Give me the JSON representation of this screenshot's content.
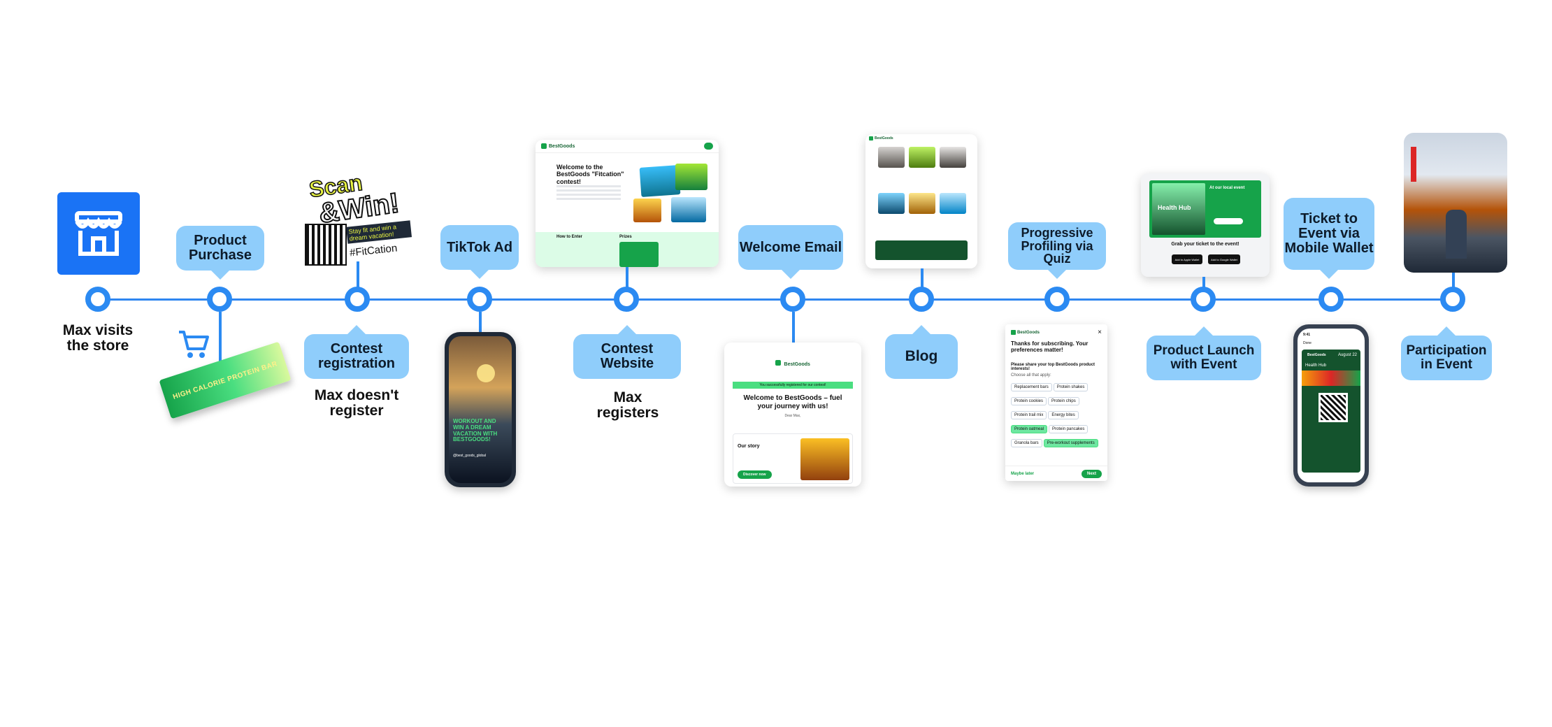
{
  "stages": {
    "store": {
      "label": "Max visits the store"
    },
    "purchase": {
      "label": "Product Purchase",
      "bar_text": "HIGH CALORIE PROTEIN BAR"
    },
    "contest_reg": {
      "label": "Contest registration",
      "outcome": "Max doesn't register",
      "promo_scan": "Scan",
      "promo_win": "&Win!",
      "promo_tag": "Stay fit and win a dream vacation!",
      "hashtag": "#FitCation"
    },
    "tiktok": {
      "label": "TikTok Ad",
      "video_text": "WORKOUT AND WIN A DREAM VACATION WITH BESTGOODS!",
      "handle": "@best_goods_global"
    },
    "contest_site": {
      "label": "Contest Website",
      "outcome": "Max registers",
      "brand": "BestGoods",
      "heading": "Welcome to the BestGoods \"Fitcation\" contest!",
      "how_to": "How to Enter",
      "prizes": "Prizes"
    },
    "welcome_email": {
      "label": "Welcome Email",
      "brand": "BestGoods",
      "banner": "You successfully registered for our contest!",
      "heading": "Welcome to BestGoods – fuel your journey with us!",
      "greeting": "Dear Max,",
      "story": "Our story",
      "story_btn": "Discover now"
    },
    "blog": {
      "label": "Blog",
      "brand": "BestGoods"
    },
    "quiz": {
      "label": "Progressive Profiling via Quiz",
      "brand": "BestGoods",
      "heading": "Thanks for subscribing. Your preferences matter!",
      "question": "Please share your top BestGoods product interests!",
      "choose": "Choose all that apply:",
      "options": [
        {
          "text": "Replacement bars",
          "on": false
        },
        {
          "text": "Protein shakes",
          "on": false
        },
        {
          "text": "Protein cookies",
          "on": false
        },
        {
          "text": "Protein chips",
          "on": false
        },
        {
          "text": "Protein trail mix",
          "on": false
        },
        {
          "text": "Energy bites",
          "on": false
        },
        {
          "text": "Protein oatmeal",
          "on": true
        },
        {
          "text": "Protein pancakes",
          "on": false
        },
        {
          "text": "Granola bars",
          "on": false
        },
        {
          "text": "Pre-workout supplements",
          "on": true
        }
      ],
      "later": "Maybe later",
      "next": "Next",
      "close": "×"
    },
    "launch": {
      "label": "Product Launch with Event",
      "event_title": "At our local event",
      "hub": "Health Hub",
      "grab": "Grab your ticket to the event!",
      "apple": "Add to Apple Wallet",
      "google": "Add to Google Wallet"
    },
    "wallet": {
      "label": "Ticket to Event via Mobile Wallet",
      "time": "9:41",
      "done": "Done",
      "brand": "BestGoods",
      "date": "August 22",
      "pass_name": "Health Hub"
    },
    "participation": {
      "label": "Participation in Event"
    }
  },
  "colors": {
    "line": "#2b8af2",
    "bubble": "#8fcdfb",
    "brand_green": "#16a34a",
    "store_tile": "#1a73f5"
  }
}
